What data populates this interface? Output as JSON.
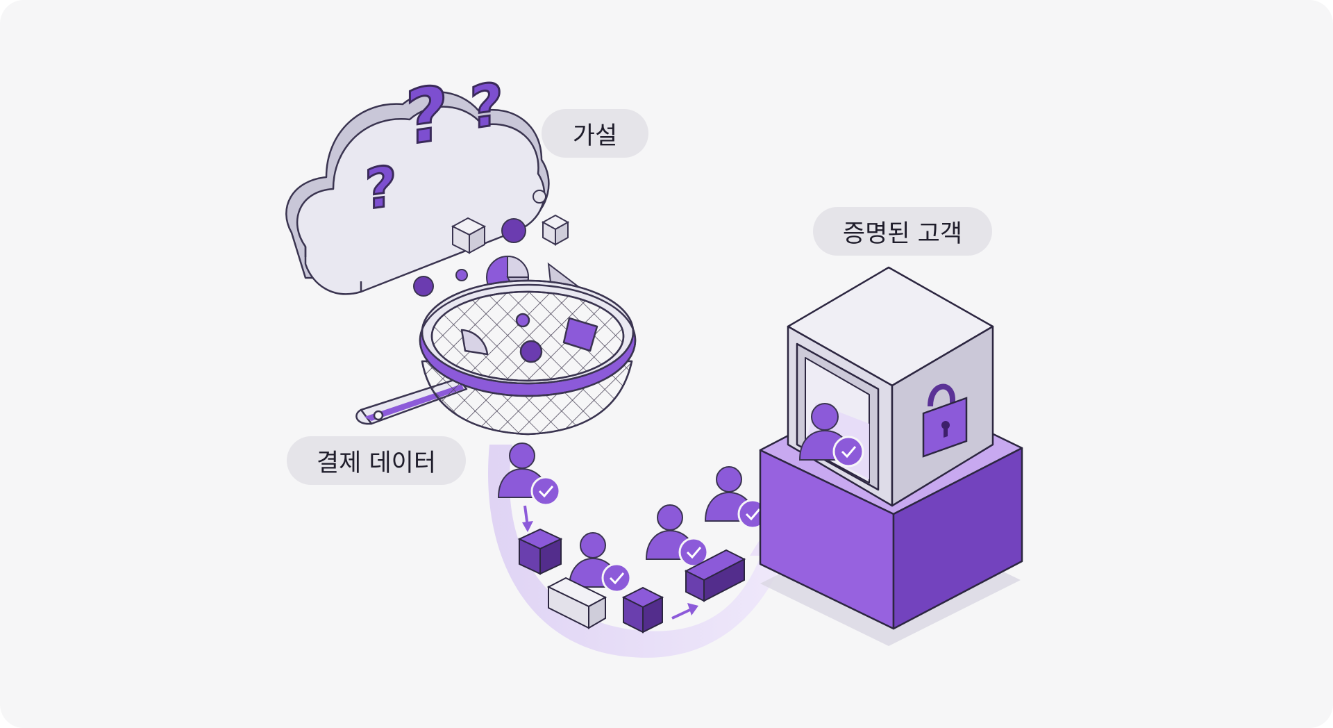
{
  "labels": {
    "hypothesis": "가설",
    "proven_customers": "증명된 고객",
    "payment_data": "결제 데이터"
  },
  "icons": [
    "cloud-icon",
    "question-mark-icon",
    "sieve-icon",
    "person-check-icon",
    "box-icon",
    "arrow-icon",
    "safe-icon",
    "lock-icon"
  ],
  "colors": {
    "background": "#f6f6f7",
    "purple_primary": "#8c5ad9",
    "purple_dark": "#5b3296",
    "purple_light": "#e6dcf6",
    "gray_face": "#e9e8ef",
    "outline": "#2c2640",
    "pill_background": "#e5e4e9"
  }
}
